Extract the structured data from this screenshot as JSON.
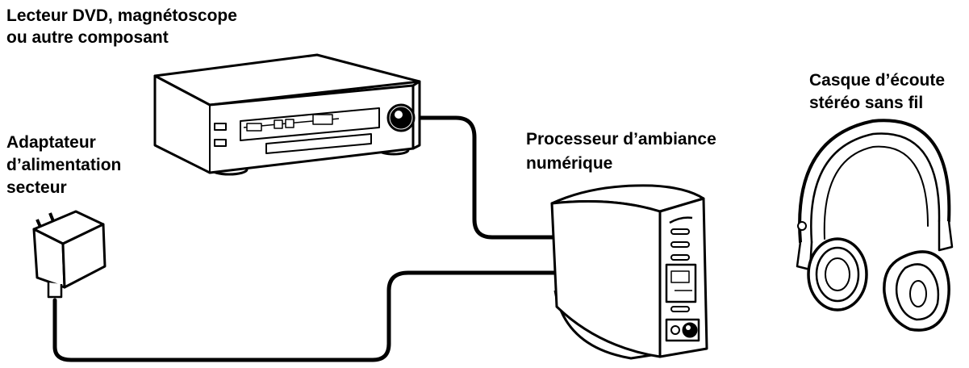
{
  "labels": {
    "dvd": [
      "Lecteur DVD, magnétoscope",
      "ou autre composant"
    ],
    "adapter": [
      "Adaptateur",
      "d’alimentation",
      "secteur"
    ],
    "processor": [
      "Processeur d’ambiance",
      "numérique"
    ],
    "headphones": [
      "Casque d’écoute",
      "stéréo sans fil"
    ]
  },
  "colors": {
    "ink": "#000000",
    "paper": "#ffffff",
    "shade": "#d9d9d9"
  }
}
